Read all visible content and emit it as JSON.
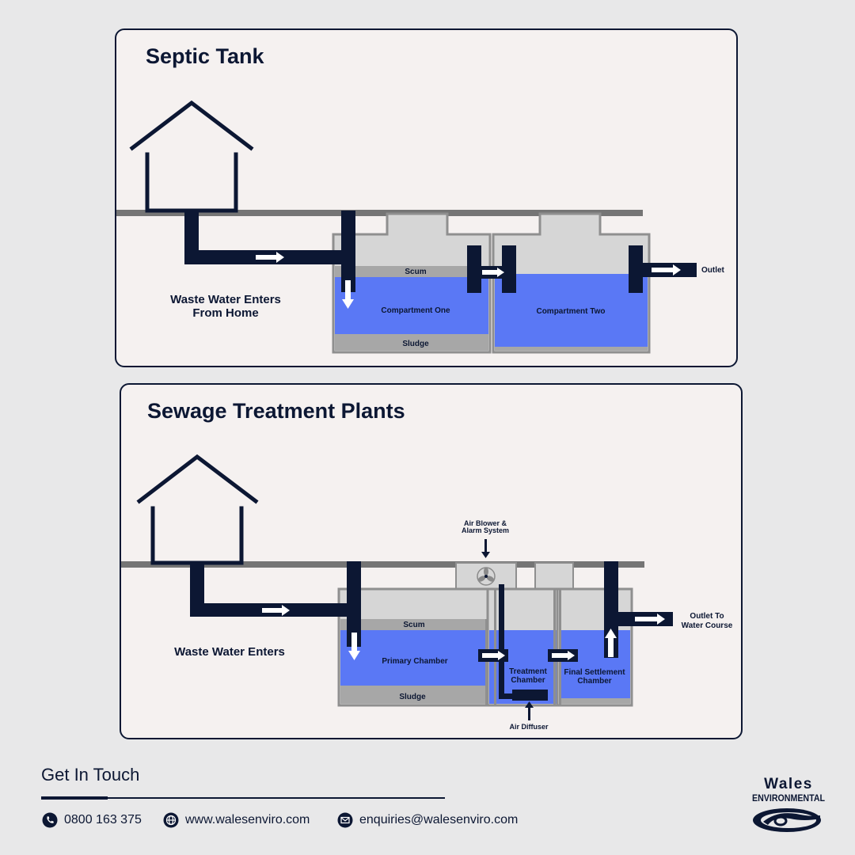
{
  "septic": {
    "title": "Septic Tank",
    "inlet_label_1": "Waste Water Enters",
    "inlet_label_2": "From Home",
    "scum": "Scum",
    "compartment_one": "Compartment One",
    "sludge": "Sludge",
    "compartment_two": "Compartment Two",
    "outlet": "Outlet"
  },
  "stp": {
    "title": "Sewage Treatment Plants",
    "inlet_label": "Waste Water Enters",
    "air_blower_1": "Air Blower &",
    "air_blower_2": "Alarm System",
    "scum": "Scum",
    "primary_chamber": "Primary Chamber",
    "sludge": "Sludge",
    "treatment_1": "Treatment",
    "treatment_2": "Chamber",
    "final_1": "Final Settlement",
    "final_2": "Chamber",
    "outlet_1": "Outlet To",
    "outlet_2": "Water Course",
    "air_diffuser": "Air Diffuser"
  },
  "footer": {
    "heading": "Get In Touch",
    "phone": "0800 163 375",
    "website": "www.walesenviro.com",
    "email": "enquiries@walesenviro.com"
  },
  "logo": {
    "line1": "Wales",
    "line2": "ENVIRONMENTAL"
  },
  "colors": {
    "navy": "#0c1733",
    "water": "#5a78f5",
    "tank_grey": "#d6d6d6",
    "sludge_grey": "#a7a7a7",
    "panel_bg": "#f5f1f0",
    "page_bg": "#e8e8e9"
  },
  "icons": [
    "house-icon",
    "fan-icon",
    "phone-icon",
    "globe-icon",
    "mail-icon",
    "flow-arrow-icon"
  ]
}
